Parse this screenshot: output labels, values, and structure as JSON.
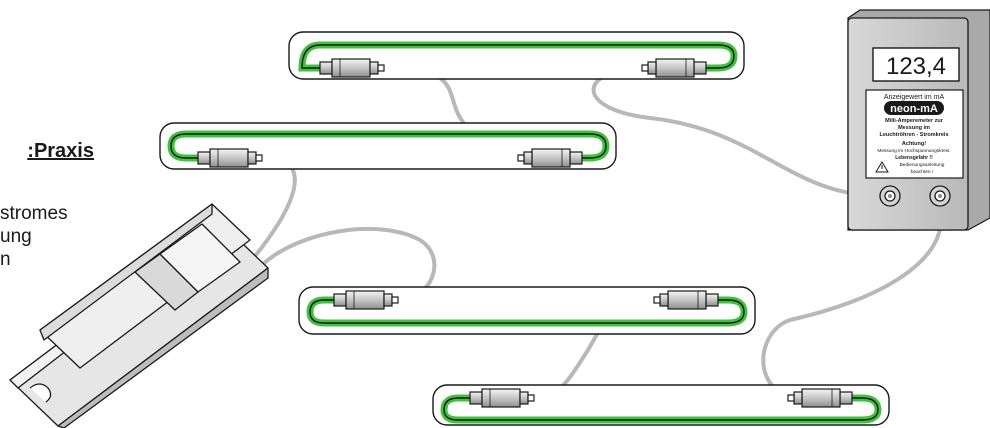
{
  "text_block": {
    "heading": " Praxis:",
    "line1": "stromes",
    "line2": "ung",
    "line3": "n"
  },
  "meter": {
    "display_value": "123,4",
    "label_top": "Anzeigewert im mA",
    "brand": "neon-mA",
    "desc1": "Milli-Amperemeter zur",
    "desc2": "Messung im",
    "desc3": "Leuchtröhren - Stromkreis",
    "warning_title": "Achtung!",
    "warning1": "Messung im Hochspannungskreis.",
    "warning2": "Lebensgefahr !!",
    "manual1": "Bedienungsanleitung",
    "manual2": "beachten !"
  },
  "colors": {
    "neon_glow": "#3fc23f",
    "cable": "#b8b8b8",
    "meter_body": "#c9c9c9",
    "outline": "#1a1a1a"
  },
  "icons": [
    "warning-triangle-icon",
    "jack-socket-icon"
  ]
}
